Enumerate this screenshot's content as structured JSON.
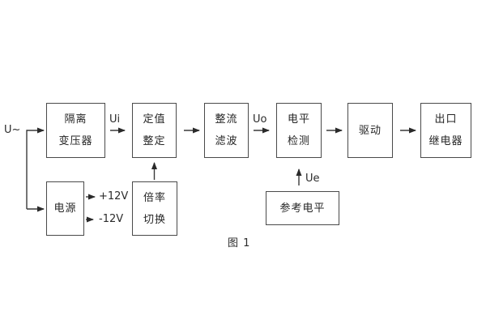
{
  "figure": {
    "caption": "图 1",
    "input_label": "U~",
    "signal_labels": {
      "ui": "Ui",
      "uo": "Uo",
      "ue": "Ue"
    },
    "power_outputs": {
      "positive": "+12V",
      "negative": "-12V"
    },
    "blocks": {
      "isolation_transformer": {
        "line1": "隔离",
        "line2": "变压器"
      },
      "setpoint_adjust": {
        "line1": "定值",
        "line2": "整定"
      },
      "rectifier_filter": {
        "line1": "整流",
        "line2": "滤波"
      },
      "level_detector": {
        "line1": "电平",
        "line2": "检测"
      },
      "driver": {
        "line1": "驱动"
      },
      "output_relay": {
        "line1": "出口",
        "line2": "继电器"
      },
      "power_supply": {
        "line1": "电源"
      },
      "ratio_switch": {
        "line1": "倍率",
        "line2": "切换"
      },
      "reference_level": {
        "line1": "参考电平"
      }
    },
    "colors": {
      "background": "#ffffff",
      "line": "#3a3a3a",
      "box_border": "#4a4a4a",
      "text": "#262626"
    }
  }
}
